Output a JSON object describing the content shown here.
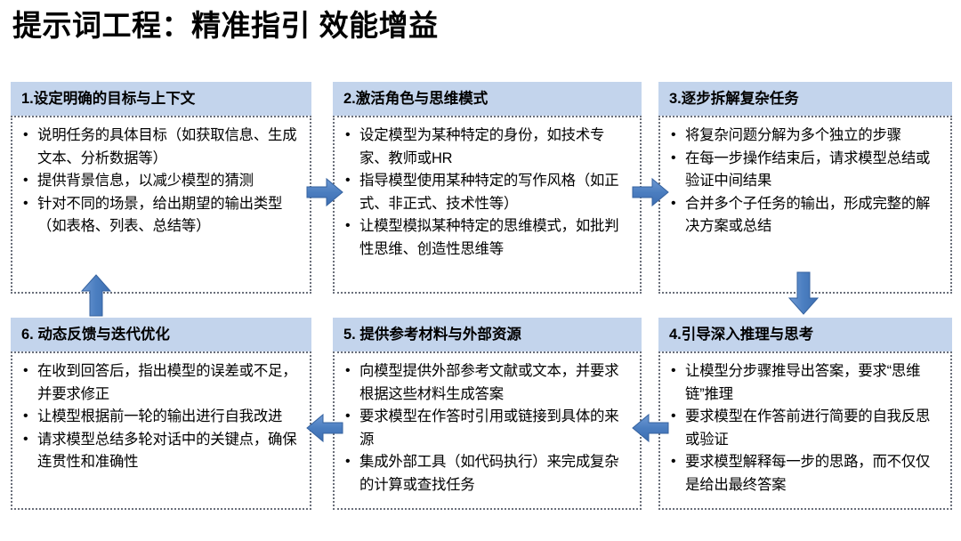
{
  "page": {
    "title": "提示词工程：精准指引 效能增益",
    "background_color": "#ffffff",
    "header_color": "#c3d4ec",
    "arrow_color": "#4a7ebb",
    "border_style": "dotted",
    "border_color": "#6a6f7a"
  },
  "cards": [
    {
      "id": "card-1",
      "header": "1.设定明确的目标与上下文",
      "bullets": [
        "说明任务的具体目标（如获取信息、生成文本、分析数据等）",
        "提供背景信息，以减少模型的猜测",
        "针对不同的场景，给出期望的输出类型（如表格、列表、总结等）"
      ]
    },
    {
      "id": "card-2",
      "header": "2.激活角色与思维模式",
      "bullets": [
        "设定模型为某种特定的身份，如技术专家、教师或HR",
        "指导模型使用某种特定的写作风格（如正式、非正式、技术性等）",
        "让模型模拟某种特定的思维模式，如批判性思维、创造性思维等"
      ]
    },
    {
      "id": "card-3",
      "header": "3.逐步拆解复杂任务",
      "bullets": [
        "将复杂问题分解为多个独立的步骤",
        "在每一步操作结束后，请求模型总结或验证中间结果",
        "合并多个子任务的输出，形成完整的解决方案或总结"
      ]
    },
    {
      "id": "card-6",
      "header": "6. 动态反馈与迭代优化",
      "bullets": [
        "在收到回答后，指出模型的误差或不足，并要求修正",
        "让模型根据前一轮的输出进行自我改进",
        "请求模型总结多轮对话中的关键点，确保连贯性和准确性"
      ]
    },
    {
      "id": "card-5",
      "header": "5. 提供参考材料与外部资源",
      "bullets": [
        "向模型提供外部参考文献或文本，并要求根据这些材料生成答案",
        "要求模型在作答时引用或链接到具体的来源",
        "集成外部工具（如代码执行）来完成复杂的计算或查找任务"
      ]
    },
    {
      "id": "card-4",
      "header": "4.引导深入推理与思考",
      "bullets": [
        "让模型分步骤推导出答案，要求“思维链”推理",
        "要求模型在作答前进行简要的自我反思或验证",
        "要求模型解释每一步的思路，而不仅仅是给出最终答案"
      ]
    }
  ],
  "arrows": [
    {
      "id": "arrow-1-to-2",
      "direction": "right"
    },
    {
      "id": "arrow-2-to-3",
      "direction": "right"
    },
    {
      "id": "arrow-3-to-4",
      "direction": "down"
    },
    {
      "id": "arrow-4-to-5",
      "direction": "left"
    },
    {
      "id": "arrow-5-to-6",
      "direction": "left"
    },
    {
      "id": "arrow-6-to-1",
      "direction": "up"
    }
  ]
}
